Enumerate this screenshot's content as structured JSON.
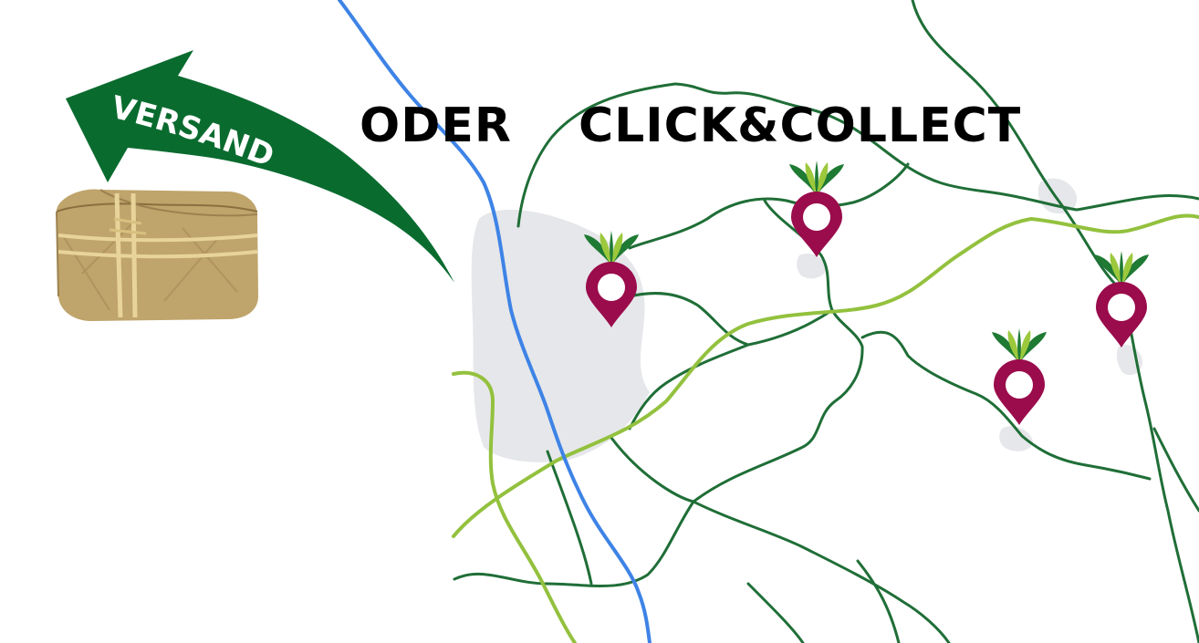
{
  "headings": {
    "oder": "ODER",
    "click_collect": "CLICK&COLLECT"
  },
  "arrow": {
    "label": "VERSAND"
  },
  "colors": {
    "road": "#1f6e37",
    "major_road": "#93c13e",
    "river": "#3e83e6",
    "area": "#e6e7ea",
    "arrow": "#0a6b2f",
    "pin": "#9a0c4c",
    "leaf_dark": "#1f7a33",
    "leaf_light": "#9cc83c",
    "parcel": "#bfa46b",
    "twine": "#e8d49a"
  },
  "icons": {
    "parcel": "package-icon",
    "arrow": "curved-arrow-icon",
    "pin": "beet-location-pin-icon"
  },
  "locations": [
    {
      "name": "pickup-point-1"
    },
    {
      "name": "pickup-point-2"
    },
    {
      "name": "pickup-point-3"
    },
    {
      "name": "pickup-point-4"
    }
  ]
}
